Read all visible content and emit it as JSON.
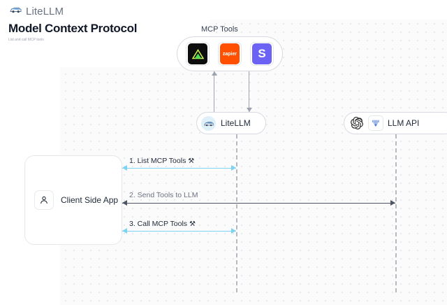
{
  "brand": {
    "name": "LiteLLM",
    "logo_icon": "litellm-logo-icon"
  },
  "header": {
    "title": "Model Context Protocol",
    "subtitle": "List and call MCP tools"
  },
  "diagram": {
    "mcp_tools": {
      "label": "MCP Tools",
      "tools": [
        {
          "name": "dagger-tool-icon",
          "glyph": "▲",
          "bg": "#0d0d0d",
          "fg": "#6fe84b",
          "type": "glyph"
        },
        {
          "name": "zapier-tool-icon",
          "glyph": "zapier",
          "bg": "#ff4f00",
          "fg": "#ffffff",
          "type": "wordmark"
        },
        {
          "name": "slack-tool-icon",
          "glyph": "S",
          "bg": "#6c63f5",
          "fg": "#ffffff",
          "type": "letter"
        }
      ]
    },
    "litellm_node": {
      "label": "LiteLLM",
      "icon": "litellm-avatar-icon"
    },
    "llm_api_node": {
      "label": "LLM API",
      "icons": [
        "openai-icon",
        "anthropic-icon"
      ]
    },
    "client_node": {
      "label": "Client Side App",
      "icon": "user-icon"
    },
    "messages": [
      {
        "id": "msg-1",
        "text": "1. List MCP Tools",
        "emoji": "⚒",
        "color": "#7dd3f4",
        "arrow_start": true,
        "arrow_end": true
      },
      {
        "id": "msg-2",
        "text": "2. Send Tools to LLM",
        "emoji": "",
        "color": "#4b5563",
        "arrow_start": true,
        "arrow_end": true
      },
      {
        "id": "msg-3",
        "text": "3. Call MCP Tools",
        "emoji": "⚒",
        "color": "#7dd3f4",
        "arrow_start": true,
        "arrow_end": true
      }
    ]
  },
  "colors": {
    "canvas": "#fbfbfc",
    "dot_grid": "#e3e4e8",
    "accent_blue": "#7dd3f4",
    "lifeline": "#b6b9c0"
  }
}
